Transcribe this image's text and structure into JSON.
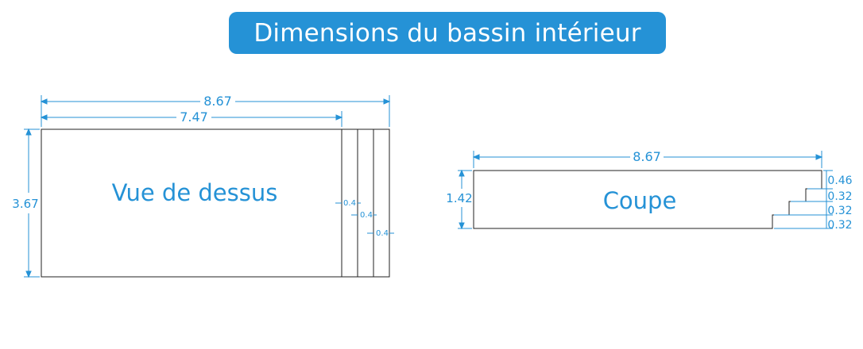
{
  "title": "Dimensions du bassin intérieur",
  "accent_color": "#2592d6",
  "top_view": {
    "label": "Vue de dessus",
    "total_length": "8.67",
    "inner_length": "7.47",
    "width": "3.67",
    "step_1": "0.4",
    "step_2": "0.4",
    "step_3": "0.4"
  },
  "section_view": {
    "label": "Coupe",
    "length": "8.67",
    "depth": "1.42",
    "step_1": "0.46",
    "step_2": "0.32",
    "step_3": "0.32",
    "step_4": "0.32"
  }
}
